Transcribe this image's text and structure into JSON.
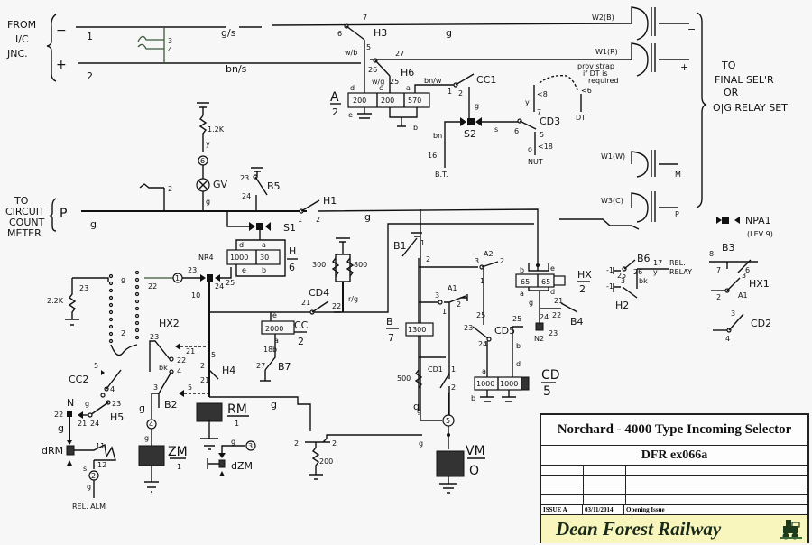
{
  "title_block": {
    "title": "Norchard - 4000 Type Incoming Selector",
    "drawing_number": "DFR ex066a",
    "revisions": [
      {
        "issue": "",
        "date": "",
        "description": ""
      },
      {
        "issue": "",
        "date": "",
        "description": ""
      },
      {
        "issue": "",
        "date": "",
        "description": ""
      },
      {
        "issue": "",
        "date": "",
        "description": ""
      },
      {
        "issue": "ISSUE A",
        "date": "03/11/2014",
        "description": "Opening Issue"
      }
    ],
    "company": "Dean Forest Railway",
    "logo_icon": "locomotive-icon"
  },
  "labels": {
    "from_ic_1": "FROM",
    "from_ic_2": "I/C",
    "from_ic_3": "JNC.",
    "minus": "−",
    "plus": "+",
    "to_ccm_1": "TO",
    "to_ccm_2": "CIRCUIT",
    "to_ccm_3": "COUNT",
    "to_ccm_4": "METER",
    "p": "P",
    "to_final_1": "TO",
    "to_final_2": "FINAL SEL'R",
    "to_final_3": "OR",
    "to_final_4": "O|G RELAY SET",
    "strap_1": "prov strap",
    "strap_2": "if DT is",
    "strap_3": "required",
    "dt": "DT",
    "bt": "B.T.",
    "nut": "NUT",
    "rel_alm": "REL. ALM",
    "rel_relay_1": "REL.",
    "rel_relay_2": "RELAY",
    "npa1_1": "NPA1",
    "npa1_2": "(LEV 9)"
  },
  "wires": {
    "w2": "W2(B)",
    "w1": "W1(R)",
    "wm": "W1(W)",
    "w3": "W3(C)",
    "g_s": "g/s",
    "bn_s": "bn/s",
    "w_b": "w/b",
    "w_g": "w/g",
    "bn_w": "bn/w",
    "g": "g",
    "y": "y",
    "bn": "bn",
    "bk": "bk",
    "s": "s",
    "o": "o",
    "r_g": "r/g"
  },
  "relays": {
    "A": {
      "name": "A",
      "fraction": "2",
      "coils": [
        "200",
        "200",
        "570"
      ]
    },
    "H": {
      "name": "H",
      "fraction": "6",
      "coils": [
        "1000",
        "30"
      ]
    },
    "CC": {
      "name": "CC",
      "fraction": "2",
      "coils": [
        "2000"
      ]
    },
    "B": {
      "name": "B",
      "fraction": "7",
      "coils": [
        "1300"
      ]
    },
    "HX": {
      "name": "HX",
      "fraction": "2",
      "coils": [
        "65",
        "65"
      ]
    },
    "CD": {
      "name": "CD",
      "fraction": "5",
      "coils": [
        "1000",
        "1000"
      ]
    }
  },
  "components": {
    "resistor_1k2": "1.2K",
    "resistor_2k2": "2.2K",
    "resistor_300": "300",
    "resistor_800": "800",
    "resistor_500": "500",
    "resistor_200": "200",
    "lamp_gv": "GV",
    "meter_rm": "RM",
    "meter_rm_sub": "1",
    "meter_zm": "ZM",
    "meter_zm_sub": "1",
    "meter_vm": "VM",
    "meter_vm_sub": "O",
    "drm": "dRM",
    "dzm": "dZM",
    "n": "N"
  },
  "contacts": [
    "H3",
    "H6",
    "CC1",
    "CD3",
    "B5",
    "H1",
    "S1",
    "S2",
    "NR4",
    "HX2",
    "H4",
    "CC2",
    "H5",
    "B2",
    "CD4",
    "B7",
    "B1",
    "A1",
    "A2",
    "CD1",
    "CD5",
    "B4",
    "N2",
    "B6",
    "H2",
    "B3",
    "HX1",
    "CD2"
  ],
  "fuses": [
    "6",
    "1",
    "4",
    "2",
    "3",
    "5"
  ]
}
